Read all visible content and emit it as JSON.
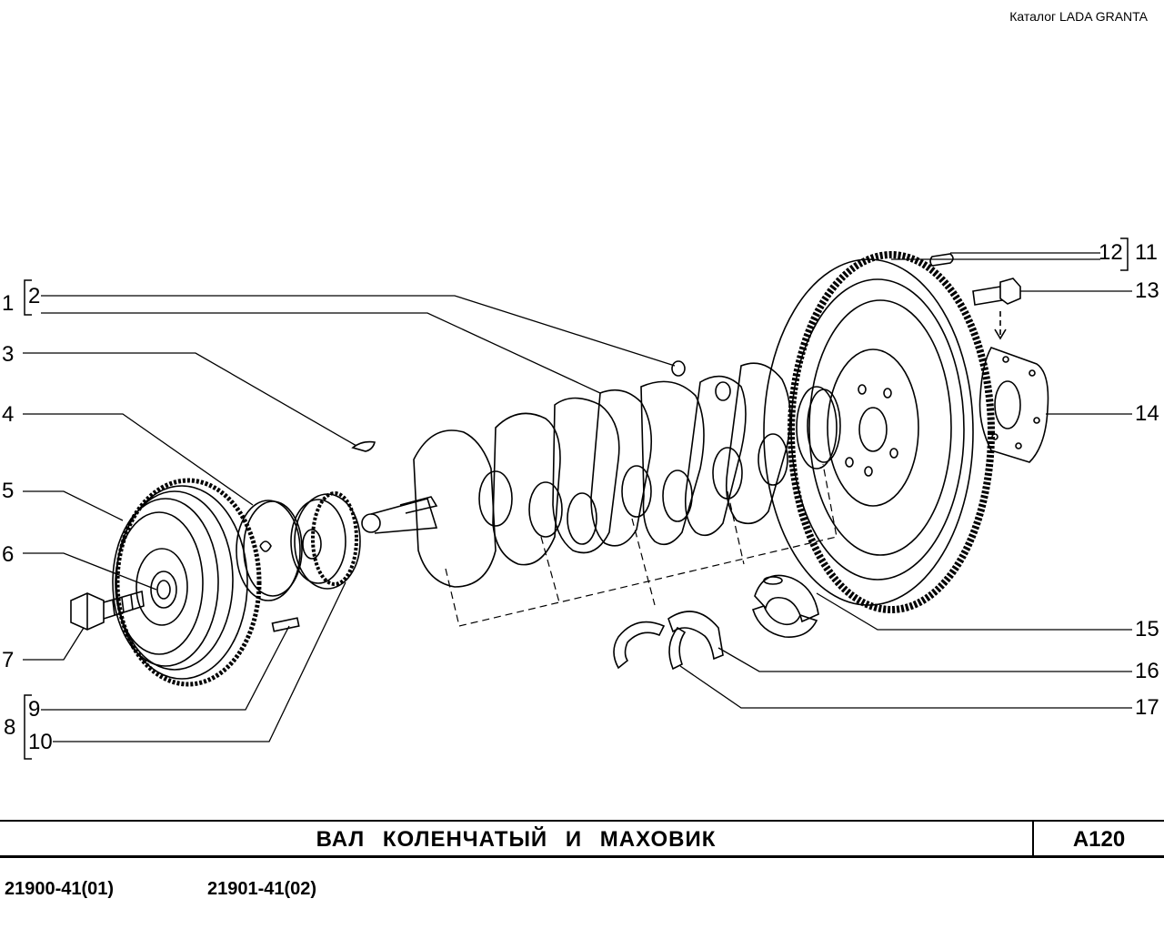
{
  "catalog_label": "Каталог  LADA  GRANTA",
  "title": "ВАЛ   КОЛЕНЧАТЫЙ   И   МАХОВИК",
  "page_code": "А120",
  "variants": [
    "21900-41(01)",
    "21901-41(02)"
  ],
  "callouts": {
    "c1": "1",
    "c2": "2",
    "c3": "3",
    "c4": "4",
    "c5": "5",
    "c6": "6",
    "c7": "7",
    "c8": "8",
    "c9": "9",
    "c10": "10",
    "c11": "11",
    "c12": "12",
    "c13": "13",
    "c14": "14",
    "c15": "15",
    "c16": "16",
    "c17": "17"
  }
}
